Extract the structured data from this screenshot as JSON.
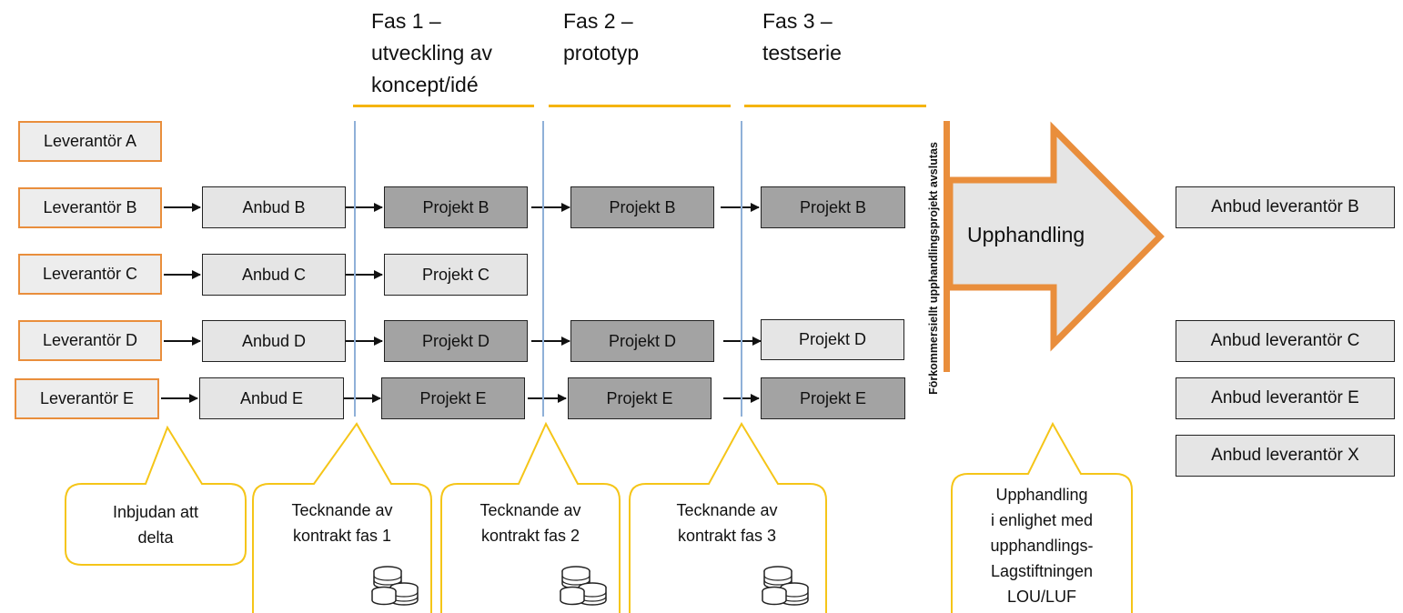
{
  "phases": [
    {
      "title": "Fas 1 –",
      "desc_line1": "utveckling av",
      "desc_line2": "koncept/idé"
    },
    {
      "title": "Fas 2 –",
      "desc_line1": "prototyp"
    },
    {
      "title": "Fas 3 –",
      "desc_line1": "testserie"
    }
  ],
  "suppliers": [
    "Leverantör A",
    "Leverantör B",
    "Leverantör C",
    "Leverantör D",
    "Leverantör  E"
  ],
  "bids": [
    "Anbud B",
    "Anbud C",
    "Anbud D",
    "Anbud E"
  ],
  "phase1_projects": [
    "Projekt B",
    "Projekt C",
    "Projekt D",
    "Projekt E"
  ],
  "phase2_projects": [
    "Projekt B",
    "Projekt D",
    "Projekt E"
  ],
  "phase3_projects": [
    "Projekt B",
    "Projekt D",
    "Projekt E"
  ],
  "closing_label": "Förkommersiellt upphandlingsprojekt avslutas",
  "procurement_arrow_label": "Upphandling",
  "tender_results": [
    "Anbud leverantör  B",
    "Anbud leverantör  C",
    "Anbud leverantör  E",
    "Anbud leverantör  X"
  ],
  "callouts": {
    "invite": {
      "line1": "Inbjudan att",
      "line2": "delta"
    },
    "contract1": {
      "line1": "Tecknande av",
      "line2": "kontrakt fas 1"
    },
    "contract2": {
      "line1": "Tecknande av",
      "line2": "kontrakt fas 2"
    },
    "contract3": {
      "line1": "Tecknande av",
      "line2": "kontrakt fas 3"
    },
    "procurement": {
      "line1": "Upphandling",
      "line2": "i enlighet med",
      "line3": "upphandlings-",
      "line4": "Lagstiftningen",
      "line5": "LOU/LUF"
    }
  },
  "colors": {
    "supplier_border": "#e98e3c",
    "phase_underline": "#f5b40f",
    "callout_border": "#f5c518",
    "arrow_border": "#e98e3c",
    "arrow_fill": "#e5e5e5",
    "dark_project_fill": "#a3a3a3",
    "light_box_fill": "#e5e5e5",
    "phase_divider": "#8fb0d8"
  },
  "icons": {
    "coins": "coin-stack-icon",
    "arrow": "right-arrow-icon"
  }
}
